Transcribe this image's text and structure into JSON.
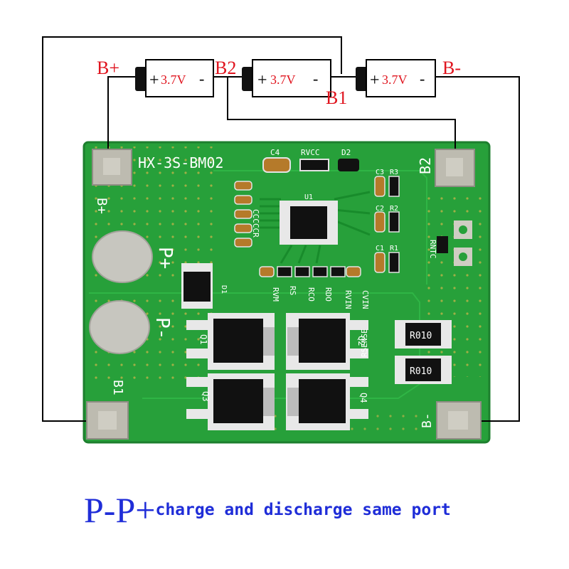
{
  "board": {
    "model": "HX-3S-BM02",
    "pad_labels": {
      "b_plus": "B+",
      "b2": "B2",
      "b1": "B1",
      "b_minus": "B-",
      "p_plus": "P+",
      "p_minus": "P-"
    },
    "component_labels": {
      "c4": "C4",
      "rvcc": "RVCC",
      "d2": "D2",
      "c3": "C3",
      "r3": "R3",
      "c2": "C2",
      "r2": "R2",
      "c1": "C1",
      "r1": "R1",
      "u1": "U1",
      "d1": "D1",
      "rntc": "RNTC",
      "rvm": "RVM",
      "rs": "RS",
      "rco": "RCO",
      "rdo": "RDO",
      "rvin": "RVIN",
      "cvin": "CVIN",
      "rsense": "RSENSE",
      "q1": "Q1",
      "q2": "Q2",
      "q3": "Q3",
      "q4": "Q4",
      "cap_stack": "CCCCCR",
      "rsense_value_1": "R010",
      "rsense_value_2": "R010"
    }
  },
  "cells": [
    {
      "label": "3.7V",
      "plus": "+",
      "minus": "-"
    },
    {
      "label": "3.7V",
      "plus": "+",
      "minus": "-"
    },
    {
      "label": "3.7V",
      "plus": "+",
      "minus": "-"
    }
  ],
  "wire_labels": {
    "b_plus": "B+",
    "b2": "B2",
    "b1": "B1",
    "b_minus": "B-"
  },
  "caption": {
    "prefix": "P-P+",
    "text": "charge and discharge same port"
  },
  "colors": {
    "pcb": "#27a03a",
    "pcb_dark": "#1e8a31",
    "pad": "#b9b7ad",
    "label_red": "#e0141e",
    "caption_blue": "#1f2dd8"
  }
}
